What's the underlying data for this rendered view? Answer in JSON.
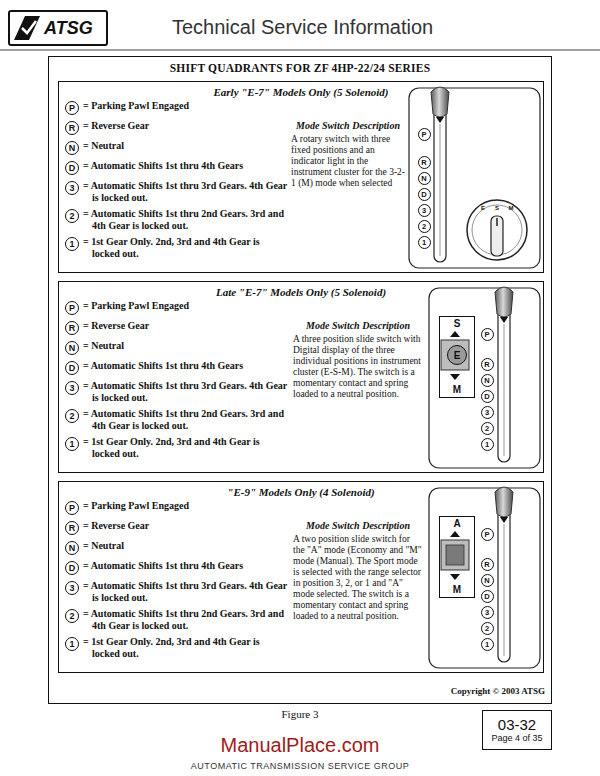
{
  "diagram": {
    "title": "Technical Service Information",
    "nodes": [
      {
        "text": [
          "ATSG"
        ]
      },
      {
        "text": [
          "SHIFT QUADRANTS FOR ZF 4HP-22/24 SERIES"
        ]
      },
      {
        "text": [
          "Early \"E-7\" Models Only (5 Solenoid)"
        ],
        "in": 1
      },
      {
        "text": [
          "P"
        ],
        "in": 2
      },
      {
        "text": [
          "R"
        ],
        "in": 2
      },
      {
        "text": [
          "N"
        ],
        "in": 2
      },
      {
        "text": [
          "D"
        ],
        "in": 2
      },
      {
        "text": [
          "3"
        ],
        "in": 2
      },
      {
        "text": [
          "2"
        ],
        "in": 2
      },
      {
        "text": [
          "1"
        ],
        "in": 2
      },
      {
        "text": [
          "P"
        ],
        "in": 2
      },
      {
        "text": [
          "R"
        ],
        "in": 2
      },
      {
        "text": [
          "N"
        ],
        "in": 2
      },
      {
        "text": [
          "D"
        ],
        "in": 2
      },
      {
        "text": [
          "3"
        ],
        "in": 2
      },
      {
        "text": [
          "2"
        ],
        "in": 2
      },
      {
        "text": [
          "1"
        ],
        "in": 2
      },
      {
        "text": [
          "Late \"E-7\" Models Only (5 Solenoid)"
        ],
        "in": 1
      },
      {
        "text": [
          "P"
        ],
        "in": 17
      },
      {
        "text": [
          "R"
        ],
        "in": 17
      },
      {
        "text": [
          "N"
        ],
        "in": 17
      },
      {
        "text": [
          "D"
        ],
        "in": 17
      },
      {
        "text": [
          "3"
        ],
        "in": 17
      },
      {
        "text": [
          "2"
        ],
        "in": 17
      },
      {
        "text": [
          "1"
        ],
        "in": 17
      },
      {
        "text": [
          "S",
          "M"
        ],
        "in": 17
      },
      {
        "text": [
          "E"
        ],
        "in": 25
      },
      {
        "text": [
          "P"
        ],
        "in": 17
      },
      {
        "text": [
          "R"
        ],
        "in": 17
      },
      {
        "text": [
          "N"
        ],
        "in": 17
      },
      {
        "text": [
          "D"
        ],
        "in": 17
      },
      {
        "text": [
          "3"
        ],
        "in": 17
      },
      {
        "text": [
          "2"
        ],
        "in": 17
      },
      {
        "text": [
          "1"
        ],
        "in": 17
      },
      {
        "text": [
          "\"E-9\" Models Only (4 Solenoid)"
        ],
        "in": 1
      },
      {
        "text": [
          "P"
        ],
        "in": 34
      },
      {
        "text": [
          "R"
        ],
        "in": 34
      },
      {
        "text": [
          "N"
        ],
        "in": 34
      },
      {
        "text": [
          "D"
        ],
        "in": 34
      },
      {
        "text": [
          "3"
        ],
        "in": 34
      },
      {
        "text": [
          "2"
        ],
        "in": 34
      },
      {
        "text": [
          "1"
        ],
        "in": 34
      },
      {
        "text": [
          "A",
          "M"
        ],
        "in": 34
      },
      {
        "text": [
          "P"
        ],
        "in": 34
      },
      {
        "text": [
          "R"
        ],
        "in": 34
      },
      {
        "text": [
          "N"
        ],
        "in": 34
      },
      {
        "text": [
          "D"
        ],
        "in": 34
      },
      {
        "text": [
          "3"
        ],
        "in": 34
      },
      {
        "text": [
          "2"
        ],
        "in": 34
      },
      {
        "text": [
          "1"
        ],
        "in": 34
      },
      {
        "text": [
          "03-32",
          "Page 4 of 35"
        ]
      }
    ],
    "labels": [
      "= Parking Pawl Engaged",
      "= Reverse Gear",
      "= Neutral",
      "= Automatic Shifts 1st thru 4th Gears",
      "= Automatic Shifts 1st thru 3rd Gears. 4th Gear is locked out.",
      "= Automatic Shifts 1st thru 2nd Gears. 3rd and 4th Gear is locked out.",
      "= 1st Gear Only. 2nd, 3rd and 4th Gear is locked out.",
      "Mode Switch Description",
      "A rotary switch with three fixed positions and an indicator light in the instrument cluster for the 3-2-1 (M) mode when selected",
      "E",
      "S",
      "M",
      "= Parking Pawl Engaged",
      "= Reverse Gear",
      "= Neutral",
      "= Automatic Shifts 1st thru 4th Gears",
      "= Automatic Shifts 1st thru 3rd Gears. 4th Gear is locked out.",
      "= Automatic Shifts 1st thru 2nd Gears. 3rd and 4th Gear is locked out.",
      "= 1st Gear Only. 2nd, 3rd and 4th Gear is locked out.",
      "Mode Switch Description",
      "A three position slide switch with Digital display of the three individual positions in instrument cluster (E-S-M). The switch is a momentary contact and spring loaded to a neutral position.",
      "= Parking Pawl Engaged",
      "= Reverse Gear",
      "= Neutral",
      "= Automatic Shifts 1st thru 4th Gears",
      "= Automatic Shifts 1st thru 3rd Gears. 4th Gear is locked out.",
      "= Automatic Shifts 1st thru 2nd Gears. 3rd and 4th Gear is locked out.",
      "= 1st Gear Only. 2nd, 3rd and 4th Gear is locked out.",
      "Mode Switch Description",
      "A two position slide switch for the \"A\" mode (Economy and \"M\" mode (Manual). The Sport mode is selected with the range selector in position 3, 2, or 1 and \"A\" mode selected. The switch is a momentary contact and spring loaded to a neutral position.",
      "Copyright © 2003 ATSG",
      "Figure 3",
      "AUTOMATIC TRANSMISSION SERVICE GROUP",
      "ManualPlace.com"
    ]
  }
}
